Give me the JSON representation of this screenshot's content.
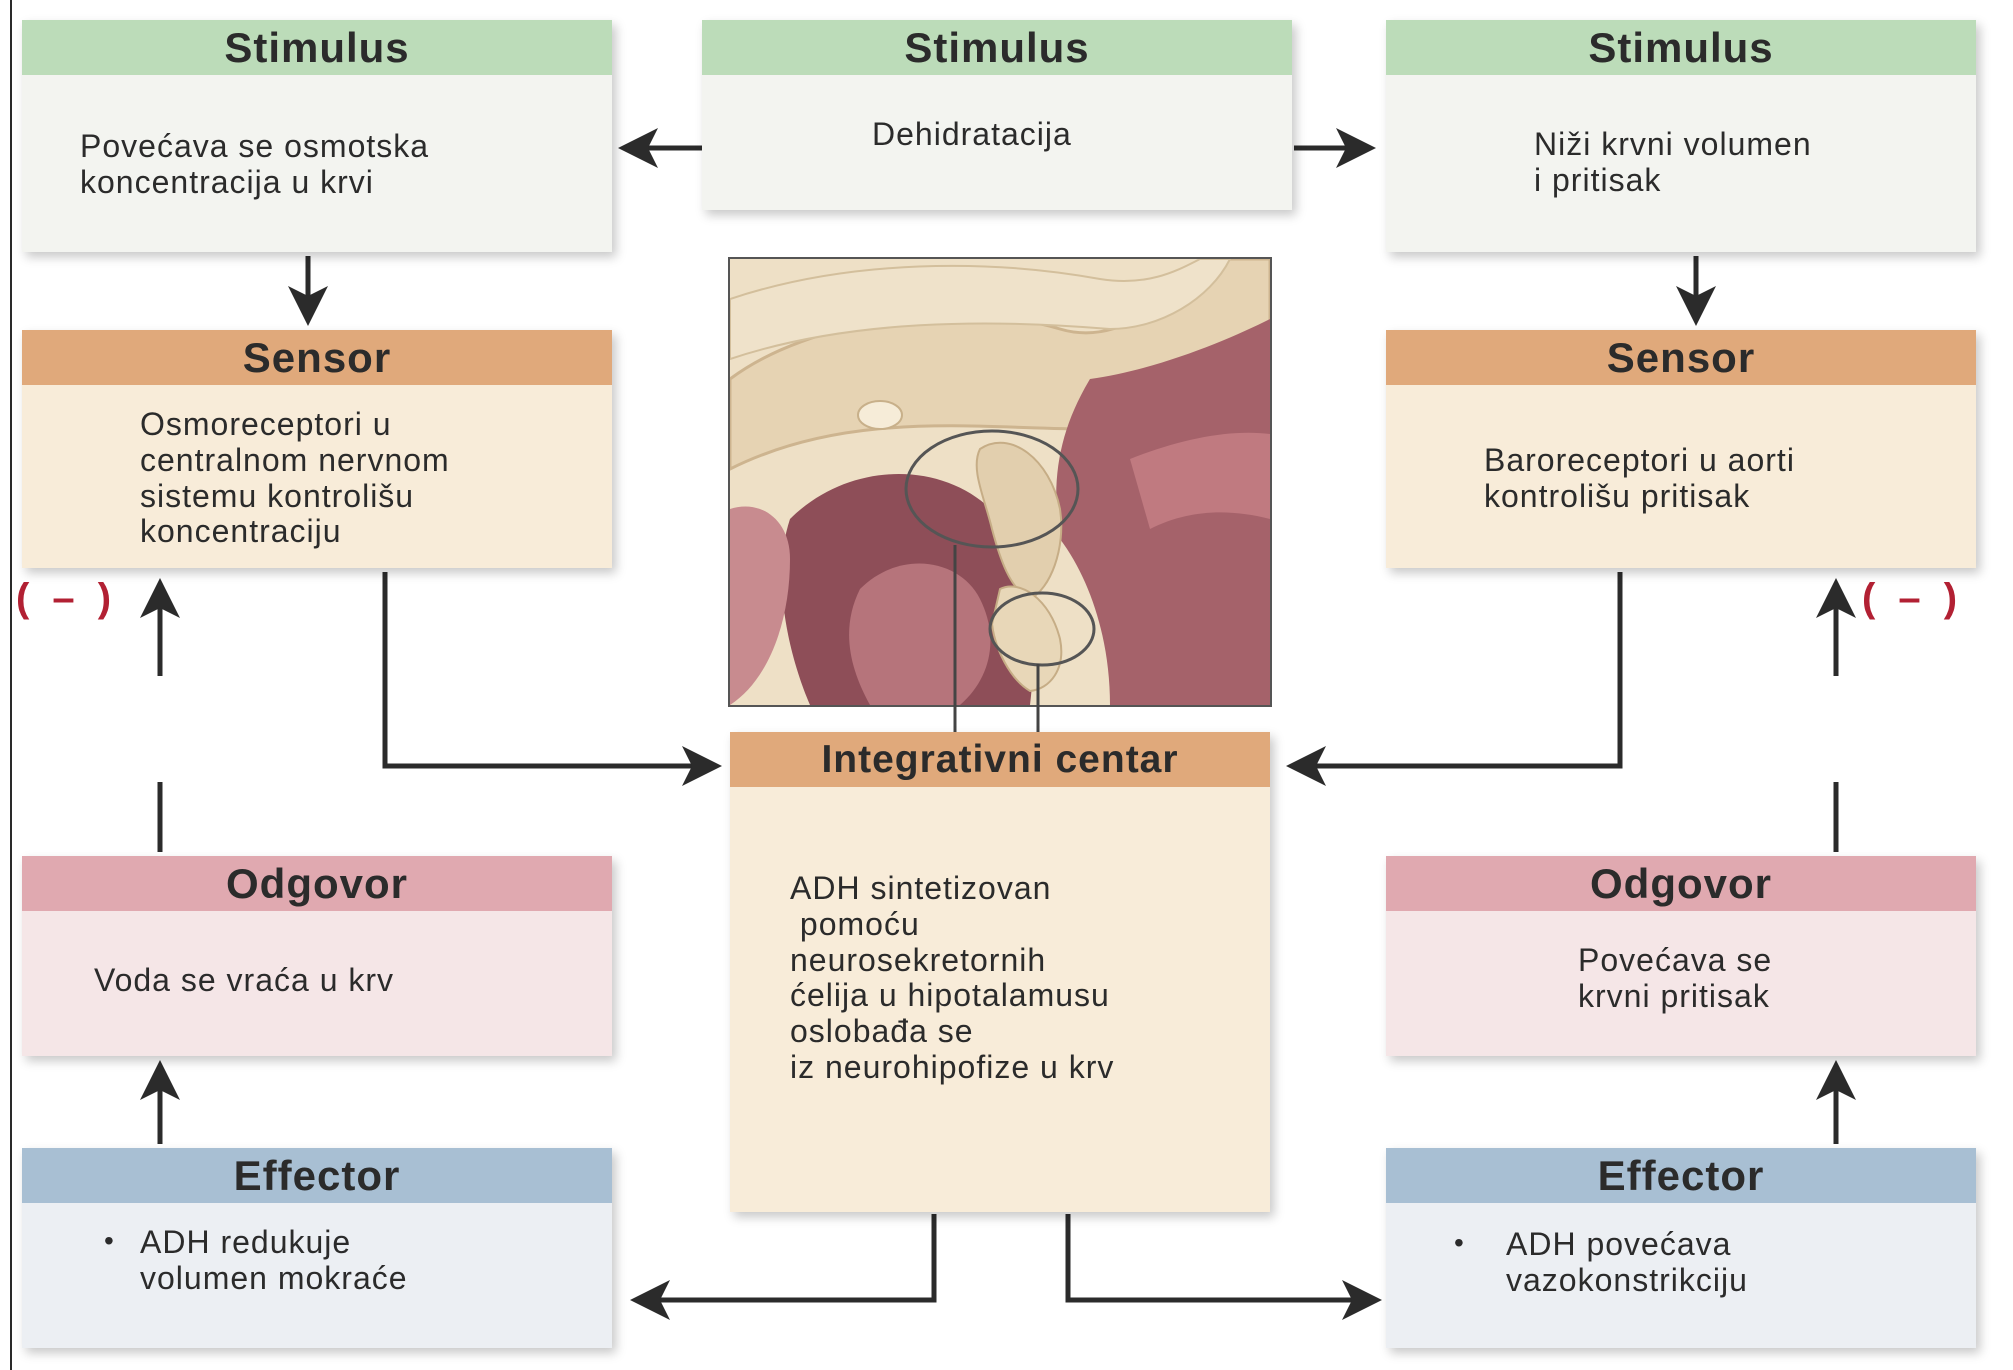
{
  "stimulus_left": {
    "title": "Stimulus",
    "text": "Povećava se osmotska\nkoncentracija u krvi"
  },
  "stimulus_center": {
    "title": "Stimulus",
    "text": "Dehidratacija"
  },
  "stimulus_right": {
    "title": "Stimulus",
    "text": "Niži krvni volumen\ni pritisak"
  },
  "sensor_left": {
    "title": "Sensor",
    "text": "Osmoreceptori u\ncentralnom nervnom\nsistemu kontrolišu\nkoncentraciju"
  },
  "sensor_right": {
    "title": "Sensor",
    "text": "Baroreceptori u aorti\nkontrolišu pritisak"
  },
  "integrative_center": {
    "title": "Integrativni centar",
    "text": "ADH sintetizovan\n pomoću\nneurosekretornih\nćelija u hipotalamusu\noslobađa se\niz neurohipofize u krv"
  },
  "response_left": {
    "title": "Odgovor",
    "text": "Voda se vraća u krv"
  },
  "response_right": {
    "title": "Odgovor",
    "text": "Povećava se\nkrvni pritisak"
  },
  "effector_left": {
    "title": "Effector",
    "bullet": "•",
    "text": "ADH redukuje\nvolumen mokraće"
  },
  "effector_right": {
    "title": "Effector",
    "bullet": "•",
    "text": "ADH povećava\nvazokonstrikciju"
  },
  "feedback_left": "( – )",
  "feedback_right": "( – )",
  "colors": {
    "stimulus": "#bcdcb9",
    "sensor": "#e0a97b",
    "response": "#e0a9b0",
    "effector": "#a8bfd3",
    "negative_feedback": "#b22033"
  }
}
